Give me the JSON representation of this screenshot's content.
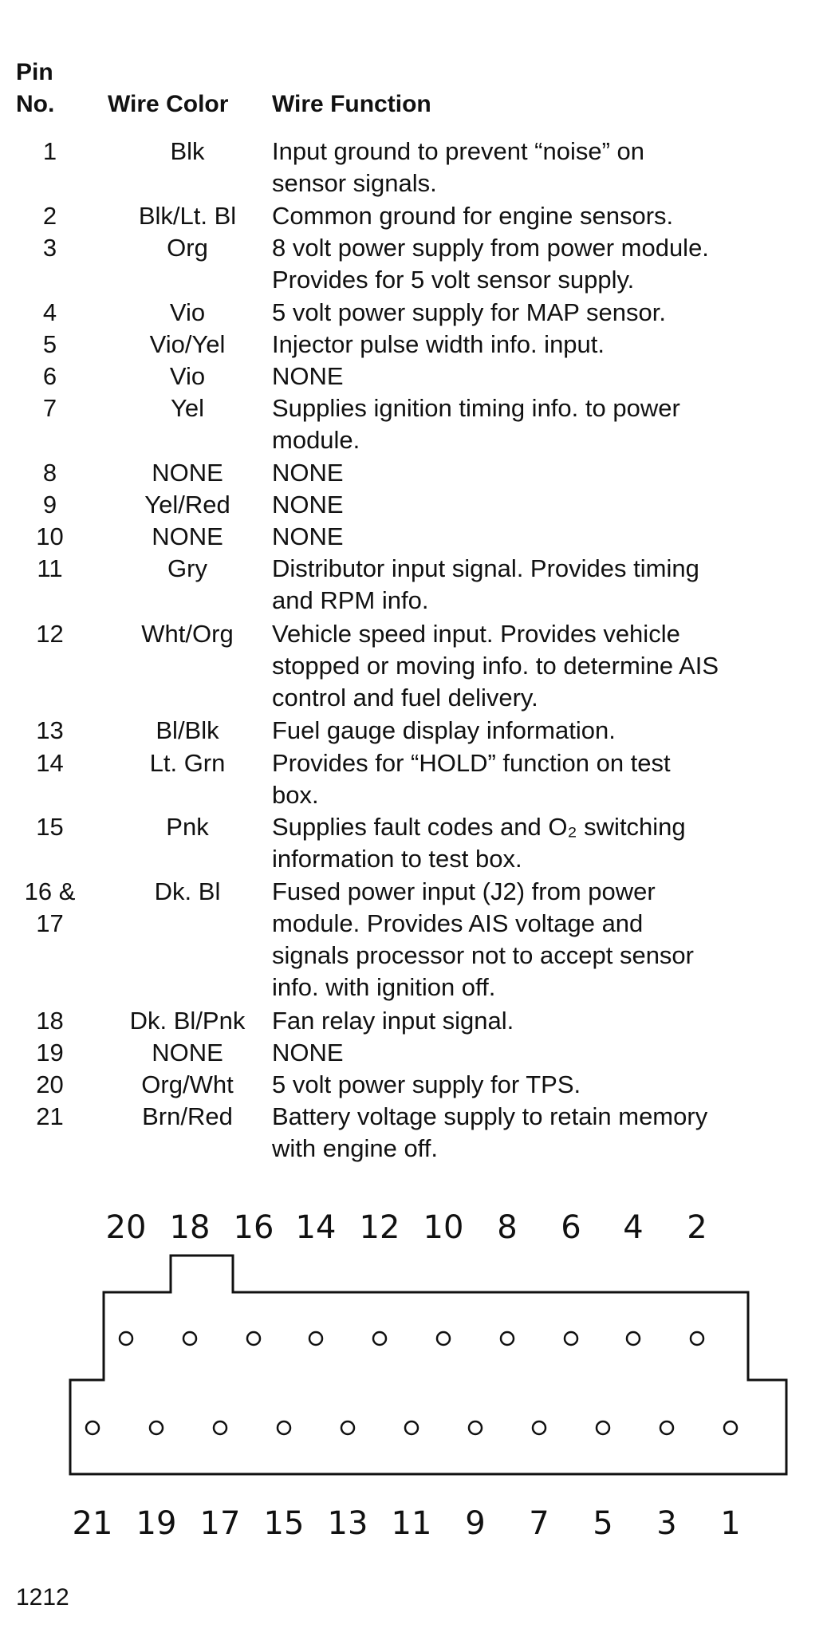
{
  "table": {
    "headers": {
      "pin_line1": "Pin",
      "pin_line2": "No.",
      "color": "Wire Color",
      "function": "Wire Function"
    },
    "rows": [
      {
        "pin": [
          "1"
        ],
        "color": "Blk",
        "function": [
          "Input ground to prevent “noise” on",
          "sensor signals."
        ]
      },
      {
        "pin": [
          "2"
        ],
        "color": "Blk/Lt. Bl",
        "function": [
          "Common ground for engine sensors."
        ]
      },
      {
        "pin": [
          "3"
        ],
        "color": "Org",
        "function": [
          "8 volt power supply from power module.",
          "Provides for 5 volt sensor supply."
        ]
      },
      {
        "pin": [
          "4"
        ],
        "color": "Vio",
        "function": [
          "5 volt power supply for MAP sensor."
        ]
      },
      {
        "pin": [
          "5"
        ],
        "color": "Vio/Yel",
        "function": [
          "Injector pulse width info. input."
        ]
      },
      {
        "pin": [
          "6"
        ],
        "color": "Vio",
        "function": [
          "NONE"
        ]
      },
      {
        "pin": [
          "7"
        ],
        "color": "Yel",
        "function": [
          "Supplies ignition timing info. to power",
          "module."
        ]
      },
      {
        "pin": [
          "8"
        ],
        "color": "NONE",
        "function": [
          "NONE"
        ]
      },
      {
        "pin": [
          "9"
        ],
        "color": "Yel/Red",
        "function": [
          "NONE"
        ]
      },
      {
        "pin": [
          "10"
        ],
        "color": "NONE",
        "function": [
          "NONE"
        ]
      },
      {
        "pin": [
          "11"
        ],
        "color": "Gry",
        "function": [
          "Distributor input signal. Provides timing",
          "and RPM info."
        ]
      },
      {
        "pin": [
          "12"
        ],
        "color": "Wht/Org",
        "function": [
          "Vehicle speed input. Provides vehicle",
          "stopped or moving info. to determine AIS",
          "control and fuel delivery."
        ]
      },
      {
        "pin": [
          "13"
        ],
        "color": "Bl/Blk",
        "function": [
          "Fuel gauge display information."
        ]
      },
      {
        "pin": [
          "14"
        ],
        "color": "Lt. Grn",
        "function": [
          "Provides for “HOLD” function on test",
          "box."
        ]
      },
      {
        "pin": [
          "15"
        ],
        "color": "Pnk",
        "function": [
          "Supplies fault codes and O₂ switching",
          "information to test box."
        ]
      },
      {
        "pin": [
          "16 &",
          "17"
        ],
        "color": "Dk. Bl",
        "function": [
          "Fused power input (J2) from power",
          "module. Provides AIS voltage and",
          "signals processor not to accept sensor",
          "info. with ignition off."
        ]
      },
      {
        "pin": [
          "18"
        ],
        "color": "Dk. Bl/Pnk",
        "function": [
          "Fan relay input signal."
        ]
      },
      {
        "pin": [
          "19"
        ],
        "color": "NONE",
        "function": [
          "NONE"
        ]
      },
      {
        "pin": [
          "20"
        ],
        "color": "Org/Wht",
        "function": [
          "5 volt power supply for TPS."
        ]
      },
      {
        "pin": [
          "21"
        ],
        "color": "Brn/Red",
        "function": [
          "Battery voltage supply to retain memory",
          "with engine off."
        ]
      }
    ]
  },
  "connector": {
    "top_labels": [
      "20",
      "18",
      "16",
      "14",
      "12",
      "10",
      "8",
      "6",
      "4",
      "2"
    ],
    "bottom_labels": [
      "21",
      "19",
      "17",
      "15",
      "13",
      "11",
      "9",
      "7",
      "5",
      "3",
      "1"
    ]
  },
  "figure_number": "1212"
}
